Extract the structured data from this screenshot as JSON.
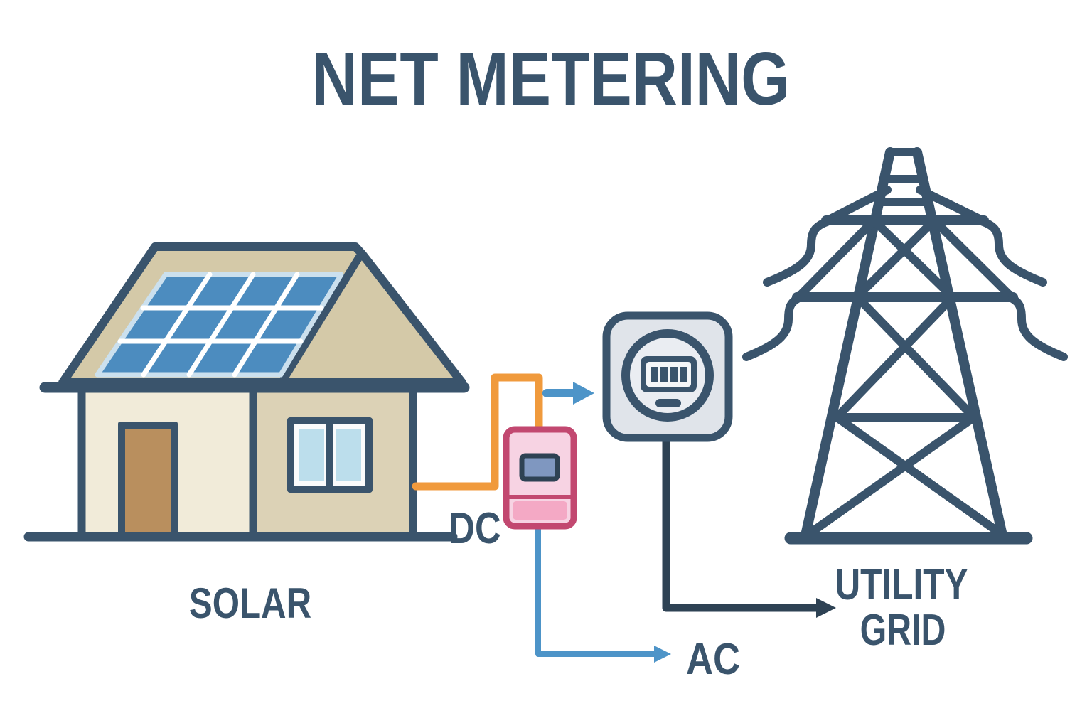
{
  "title": "NET METERING",
  "labels": {
    "solar": "SOLAR",
    "dc": "DC",
    "ac": "AC",
    "utility_grid_line1": "UTILITY",
    "utility_grid_line2": "GRID"
  },
  "components": [
    "solar-panel-house",
    "dc-wire",
    "inverter",
    "ac-wire",
    "electric-meter",
    "meter-to-grid-wire",
    "utility-grid-tower"
  ],
  "flow": "solar house -> DC -> inverter -> AC -> meter -> utility grid",
  "colors": {
    "bg": "#FFFFFF",
    "ink": "#3A546C",
    "ink-dark": "#2E4254",
    "orange": "#F09A3C",
    "blue": "#4D94C8",
    "panel-blue": "#4C8CBF",
    "panel-rim": "#CBE0EE",
    "pane-blue": "#BCDEEC",
    "cream": "#F1EBD9",
    "tan": "#DCD2B6",
    "roof": "#D4C9A8",
    "door": "#B98F5E",
    "meter-fill": "#E0E4EA",
    "meter-inner": "#EAEDF2",
    "pink-border": "#C24870",
    "pink-fill": "#F7D3E3",
    "pink-strip": "#F4A9C5",
    "display-fill": "#7F97C0",
    "display-screen": "#F4F6F8",
    "window-white": "#FAFBFC"
  }
}
